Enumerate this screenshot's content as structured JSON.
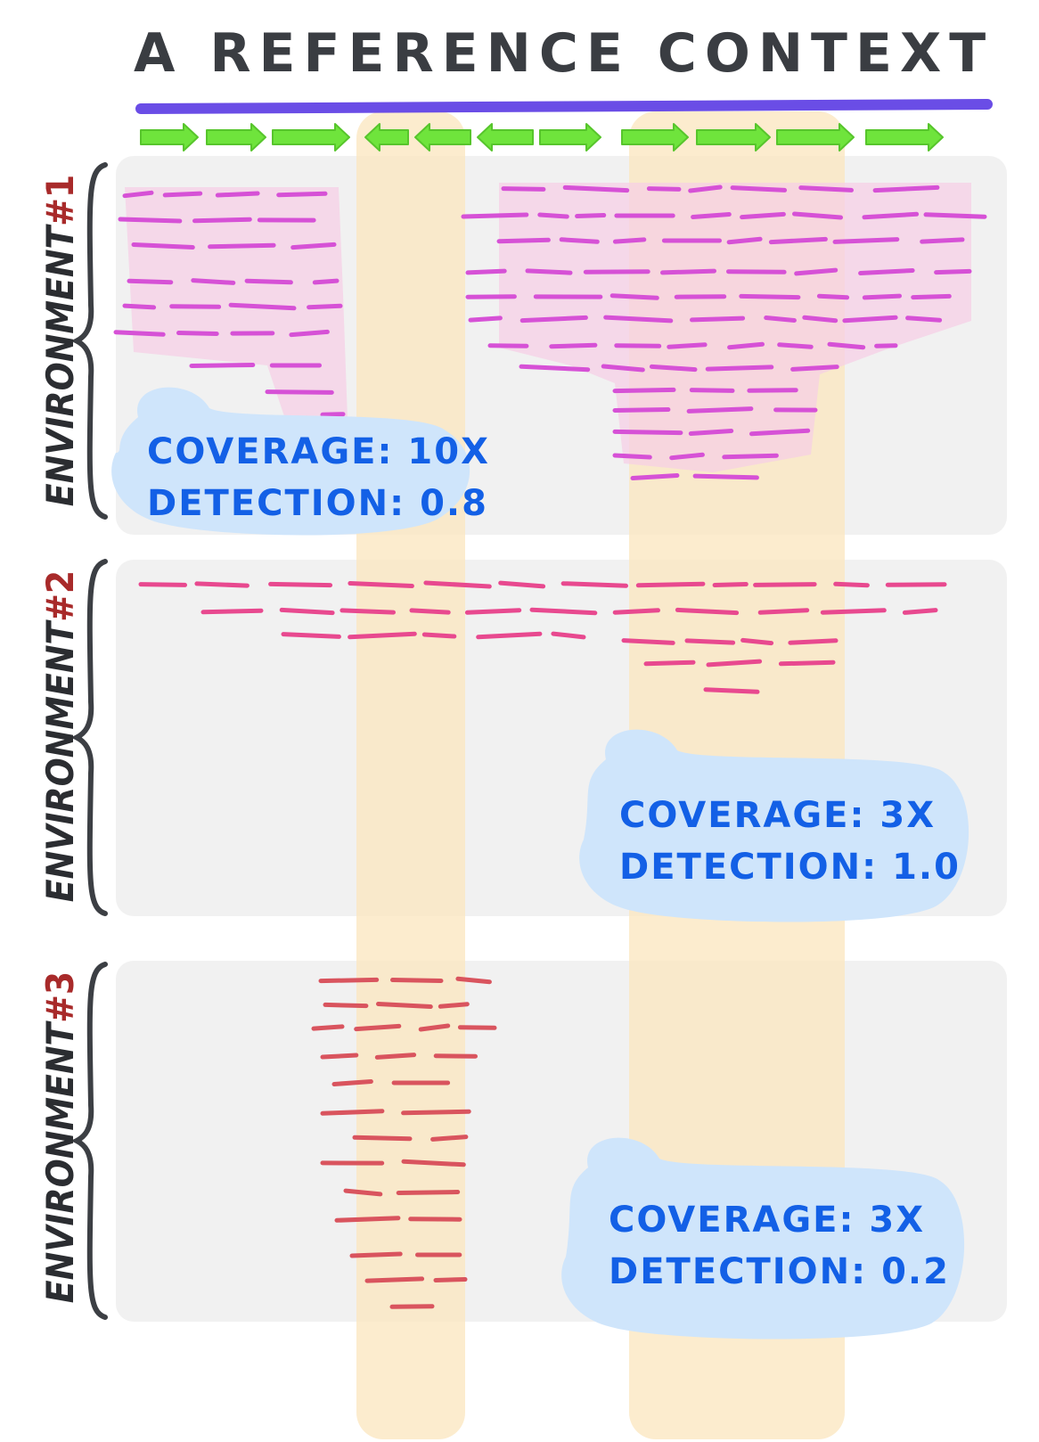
{
  "title": "A REFERENCE CONTEXT",
  "colors": {
    "reference_bar": "#6a4de6",
    "arrows": "#6fe43c",
    "highlight": "#fbe6bd",
    "environment_band": "#f1f1f1",
    "env1_reads": "#d651d6",
    "env1_fill": "#f7cde6",
    "env2_reads": "#e8498f",
    "env3_reads": "#d9545e",
    "stat_text": "#1360e6",
    "stat_bubble": "#cfe5fb"
  },
  "arrow_directions": [
    "right",
    "right",
    "right",
    "left",
    "left",
    "left",
    "right",
    "right",
    "right",
    "right",
    "right"
  ],
  "environments": [
    {
      "label": "ENVIRONMENT",
      "number": "#1",
      "coverage_label": "COVERAGE:",
      "coverage": "10X",
      "detection_label": "DETECTION:",
      "detection": "0.8"
    },
    {
      "label": "ENVIRONMENT",
      "number": "#2",
      "coverage_label": "COVERAGE:",
      "coverage": "3X",
      "detection_label": "DETECTION:",
      "detection": "1.0"
    },
    {
      "label": "ENVIRONMENT",
      "number": "#3",
      "coverage_label": "COVERAGE:",
      "coverage": "3X",
      "detection_label": "DETECTION:",
      "detection": "0.2"
    }
  ]
}
